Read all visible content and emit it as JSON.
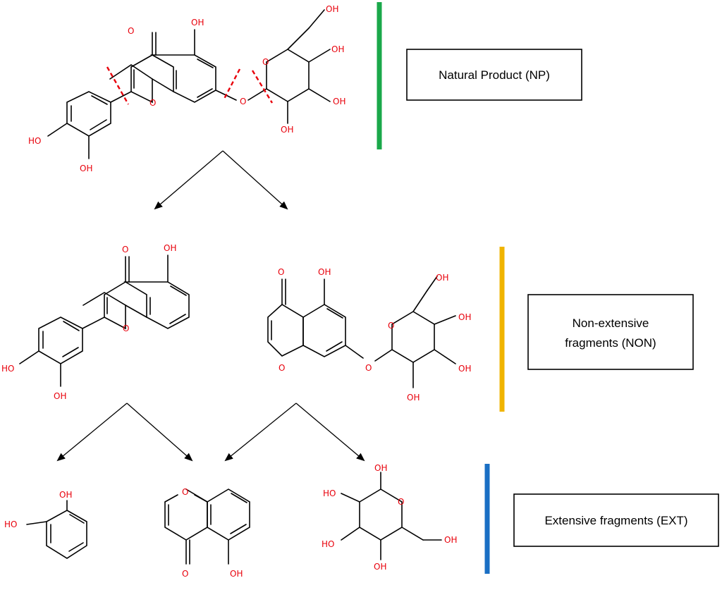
{
  "labels": {
    "np": "Natural Product (NP)",
    "non_line1": "Non-extensive",
    "non_line2": "fragments (NON)",
    "ext": "Extensive fragments (EXT)"
  },
  "atoms": {
    "oh": "OH",
    "ho": "HO",
    "o": "O"
  },
  "colors": {
    "np_bar": "#1aa84a",
    "non_bar": "#f0b400",
    "ext_bar": "#1a6fc4",
    "heteroatom": "#e8000b"
  }
}
